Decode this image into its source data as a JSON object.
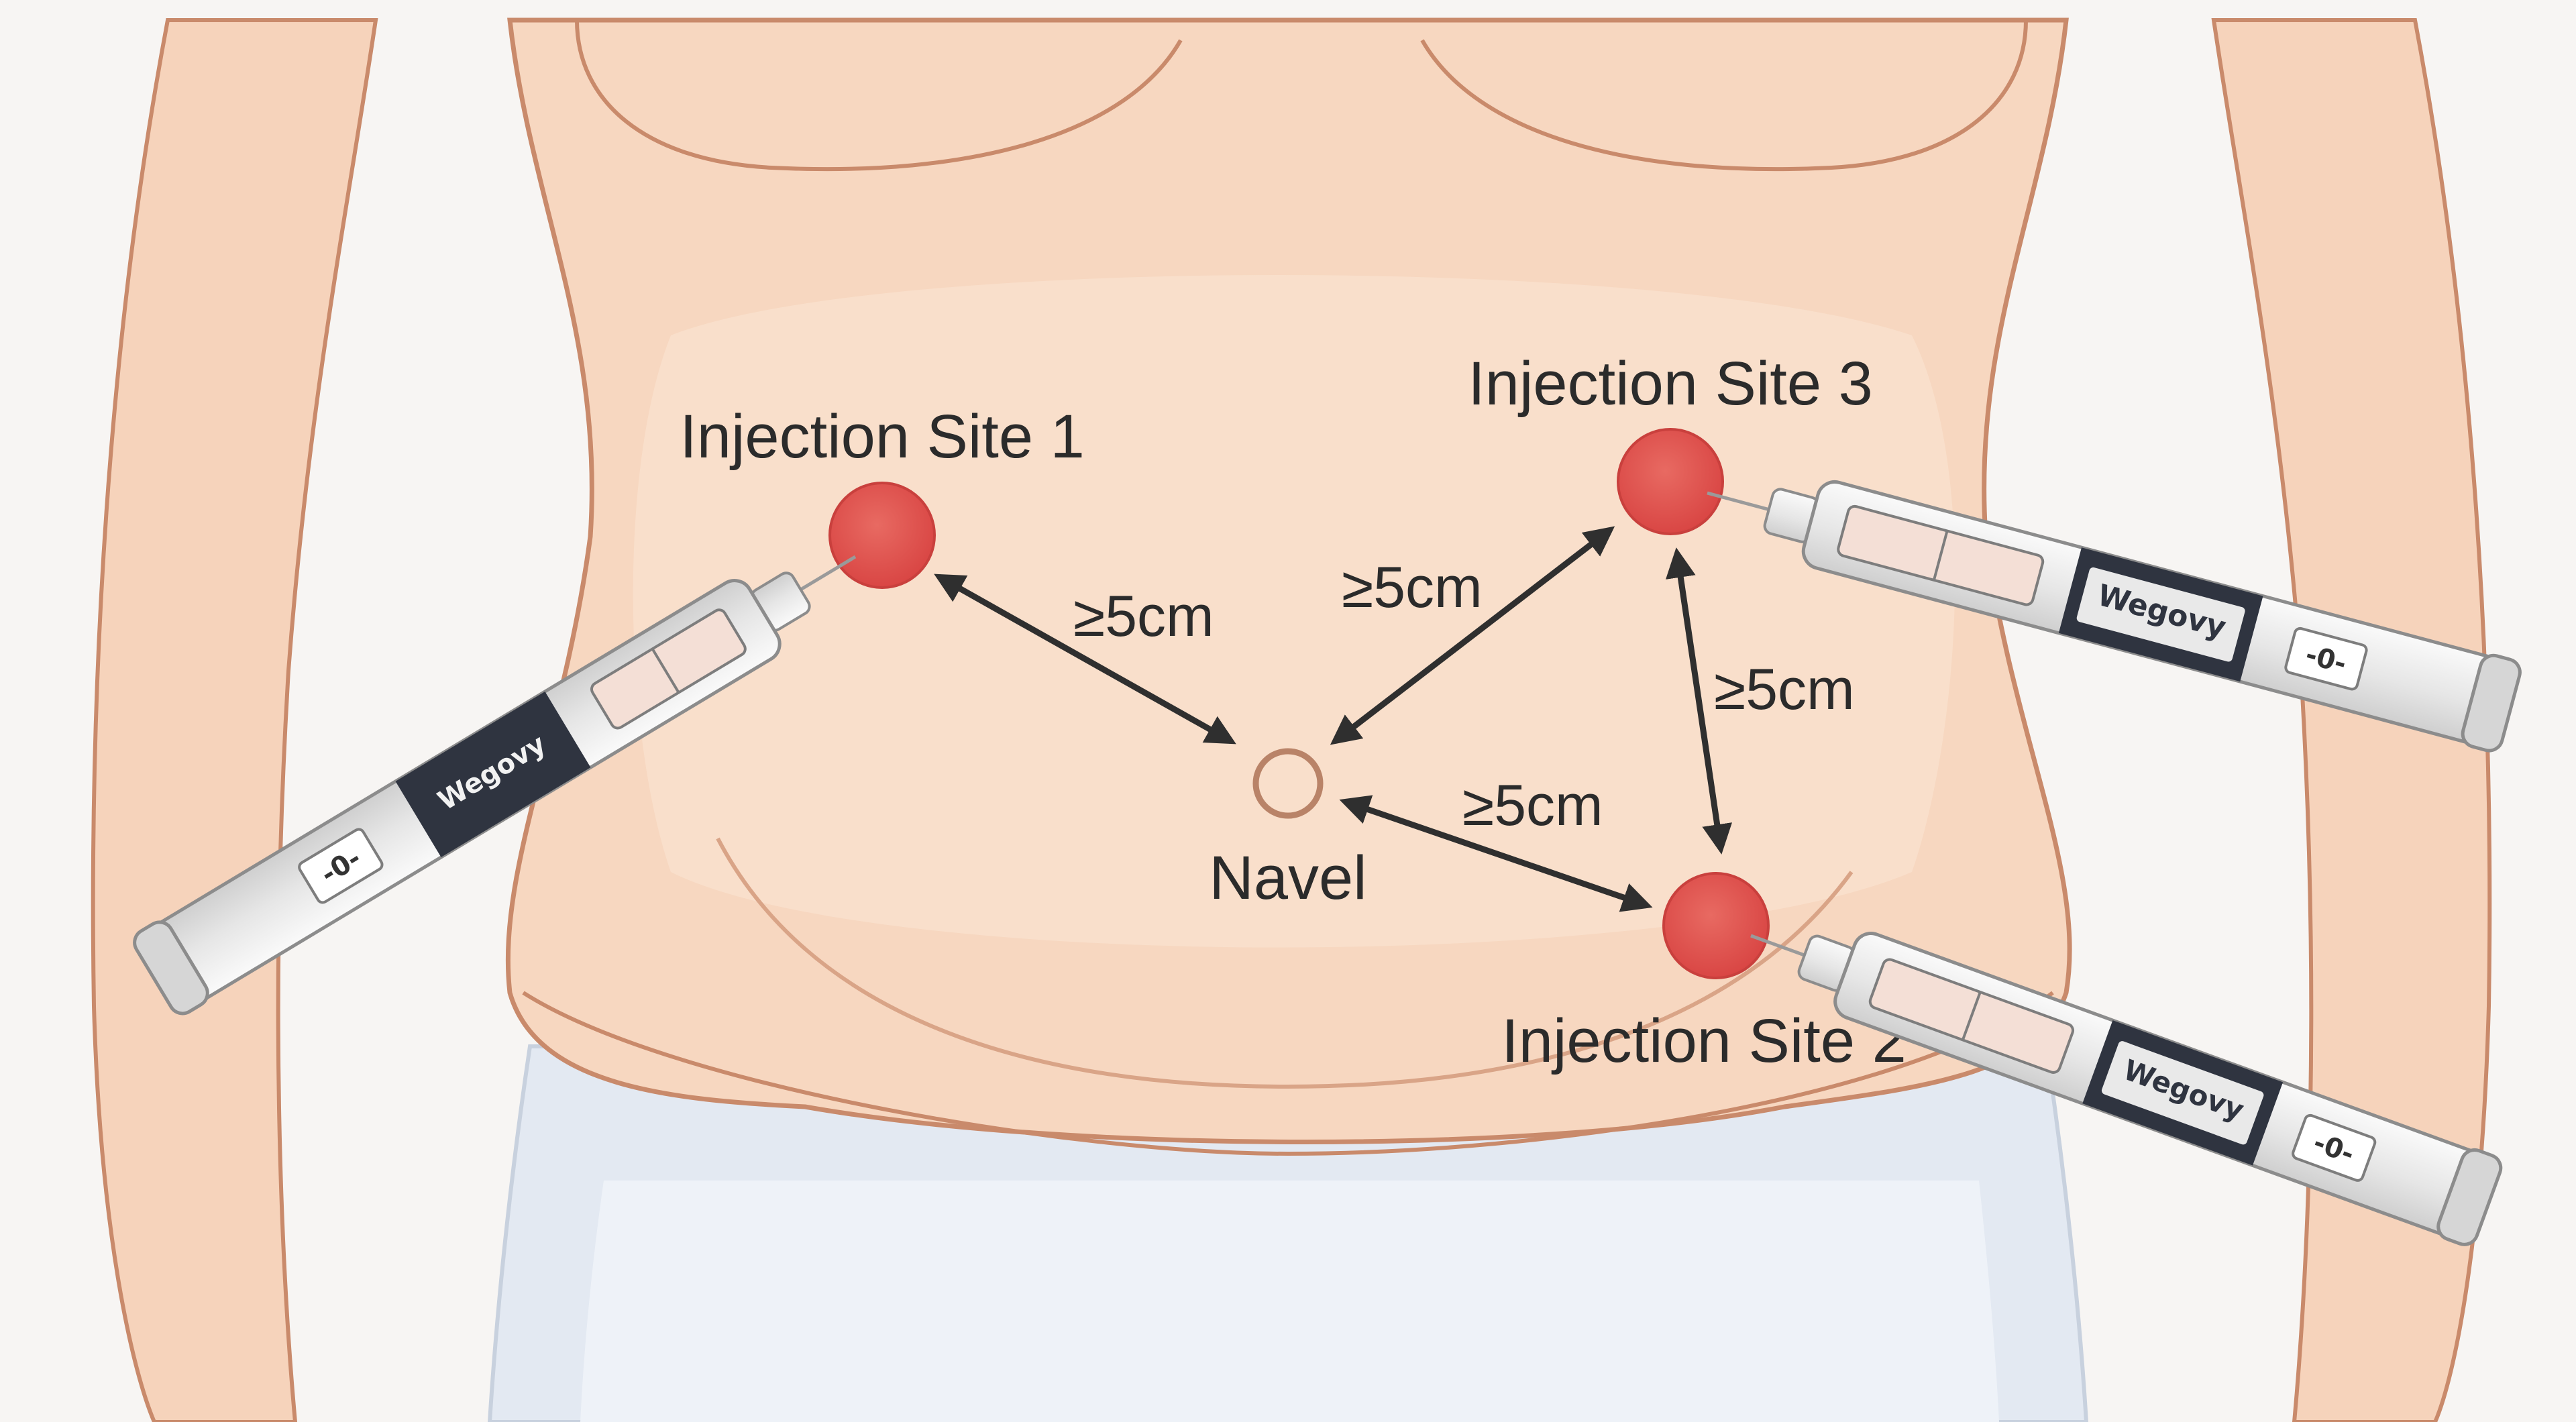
{
  "diagram": {
    "sites": [
      {
        "label": "Injection Site 1"
      },
      {
        "label": "Injection Site 2"
      },
      {
        "label": "Injection Site 3"
      }
    ],
    "navel": {
      "label": "Navel"
    },
    "distances": [
      {
        "label": "≥5cm"
      },
      {
        "label": "≥5cm"
      },
      {
        "label": "≥5cm"
      },
      {
        "label": "≥5cm"
      }
    ],
    "pens": [
      {
        "brand": "Wegovy",
        "dose_window": "-0-"
      },
      {
        "brand": "Wegovy",
        "dose_window": "-0-"
      },
      {
        "brand": "Wegovy",
        "dose_window": "-0-"
      }
    ],
    "colors": {
      "skin": "#f7d7c0",
      "skin_shade": "#f2c7ab",
      "outline": "#c98a6b",
      "site": "#e0514f",
      "navel": "#b98368",
      "arrow": "#2f2f2f",
      "pen_body": "#ececec",
      "pen_label": "#2f3440",
      "garment": "#e3e9f2"
    }
  }
}
